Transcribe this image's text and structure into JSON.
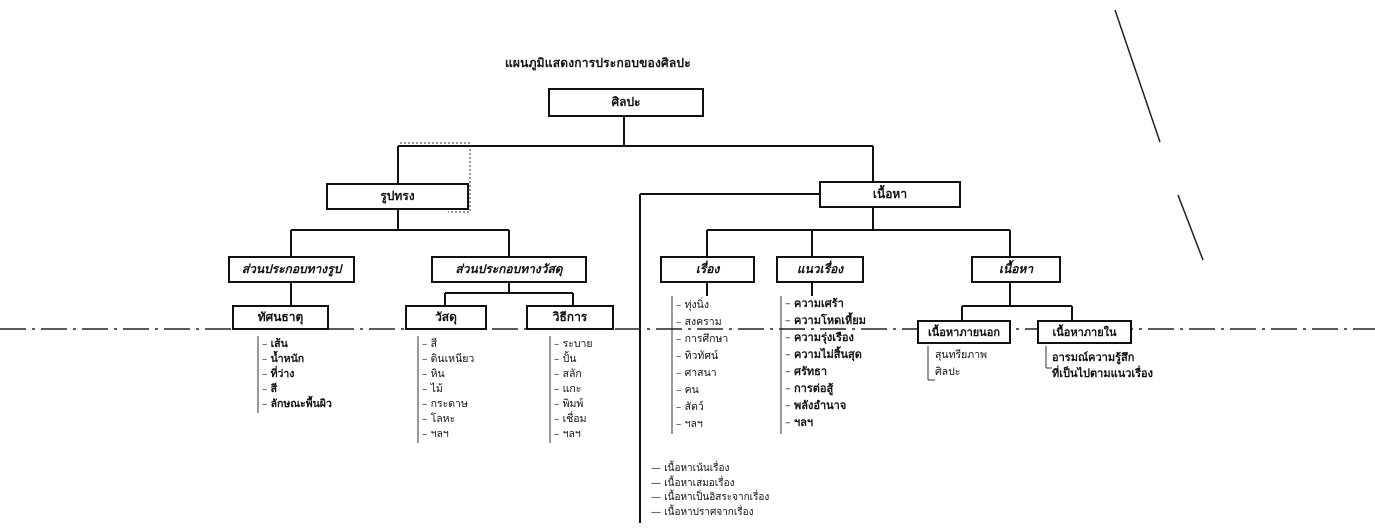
{
  "title": "แผนภูมิแสดงการประกอบของศิลปะ",
  "nodes": {
    "root": "ศิลปะ",
    "form": "รูปทรง",
    "content": "เนื้อหา",
    "form_parts": "ส่วนประกอบทางรูป",
    "material_parts": "ส่วนประกอบทางวัสดุ",
    "elements": "ทัศนธาตุ",
    "materials": "วัสดุ",
    "methods": "วิธีการ",
    "story": "เรื่อง",
    "theme": "แนวเรื่อง",
    "content_sub": "เนื้อหา",
    "content_outer": "เนื้อหาภายนอก",
    "content_inner": "เนื้อหาภายใน"
  },
  "lists": {
    "elements": [
      "เส้น",
      "น้ำหนัก",
      "ที่ว่าง",
      "สี",
      "ลักษณะพื้นผิว"
    ],
    "materials": [
      "สี",
      "ดินเหนียว",
      "หิน",
      "ไม้",
      "กระดาษ",
      "โลหะ",
      "ฯลฯ"
    ],
    "methods": [
      "ระบาย",
      "ปั้น",
      "สลัก",
      "แกะ",
      "พิมพ์",
      "เชื่อม",
      "ฯลฯ"
    ],
    "story": [
      "ทุ่งนิ่ง",
      "สงคราม",
      "การศึกษา",
      "ทิวทัศน์",
      "ศาสนา",
      "คน",
      "สัตว์",
      "ฯลฯ"
    ],
    "theme": [
      "ความเศร้า",
      "ความโหดเหี้ยม",
      "ความรุ่งเรือง",
      "ความไม่สิ้นสุด",
      "ศรัทธา",
      "การต่อสู้",
      "พลังอำนาจ",
      "ฯลฯ"
    ],
    "content_outer": [
      "สุนทรียภาพ",
      "ศิลปะ"
    ],
    "bottom": [
      "เนื้อหาเน้นเรื่อง",
      "เนื้อหาเสมอเรื่อง",
      "เนื้อหาเป็นอิสระจากเรื่อง",
      "เนื้อหาปราศจากเรื่อง"
    ]
  },
  "notes": {
    "inner_line1": "อารมณ์ความรู้สึก",
    "inner_line2": "ที่เป็นไปตามแนวเรื่อง"
  }
}
